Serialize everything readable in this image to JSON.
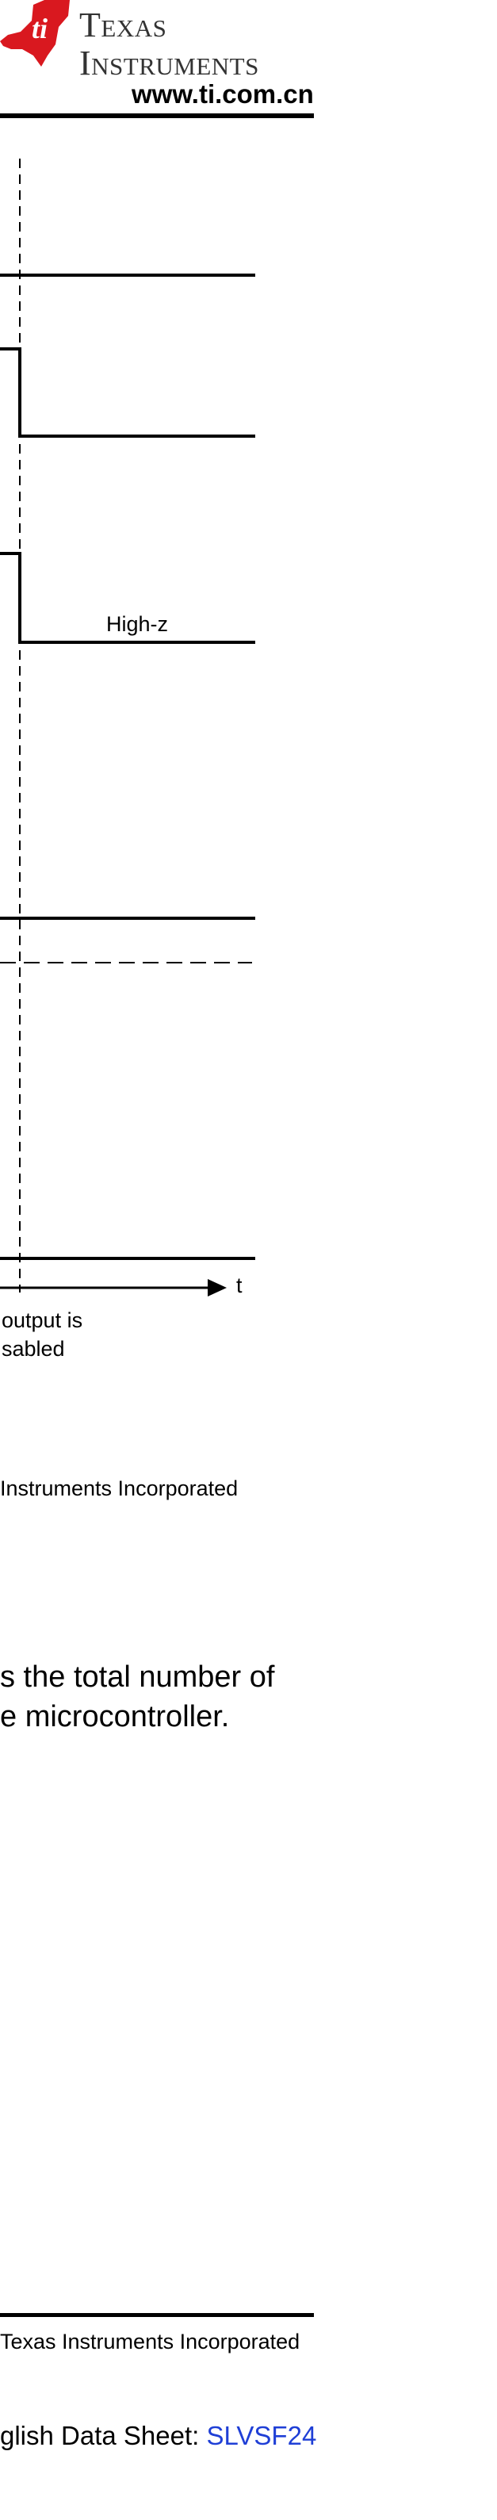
{
  "header": {
    "brand_line1": "Texas",
    "brand_line2": "Instruments",
    "website": "www.ti.com.cn"
  },
  "timing_diagram": {
    "state_label": "High-z",
    "axis_label": "t",
    "event_label_line1": "output is",
    "event_label_line2": "sabled"
  },
  "figure_copyright": "Instruments Incorporated",
  "body": {
    "line1": "s the total number of",
    "line2": "e microcontroller."
  },
  "footer": {
    "copyright": "Texas Instruments Incorporated",
    "datasheet_prefix": "glish Data Sheet: ",
    "datasheet_link": "SLVSF24"
  }
}
